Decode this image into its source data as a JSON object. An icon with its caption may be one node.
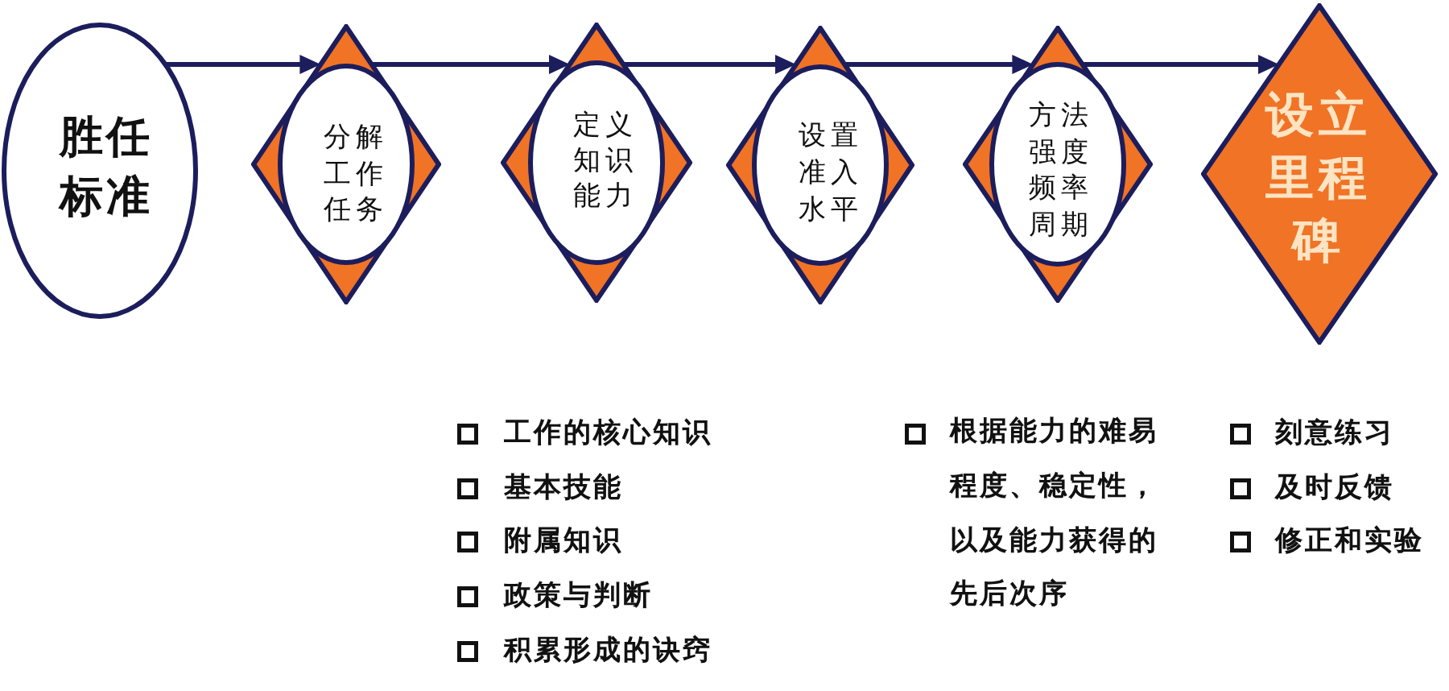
{
  "diagram": {
    "nodes": [
      {
        "text": [
          "胜任标准"
        ]
      },
      {
        "text": [
          "分解工作任务"
        ]
      },
      {
        "text": [
          "定义知识能力"
        ]
      },
      {
        "text": [
          "设置准入水平"
        ]
      },
      {
        "text": [
          "方法强度频率周期"
        ]
      },
      {
        "text": [
          "设立里程碑"
        ]
      }
    ],
    "edges": [
      {
        "from": 0,
        "to": 1,
        "arrow": "to"
      },
      {
        "from": 1,
        "to": 2,
        "arrow": "to"
      },
      {
        "from": 2,
        "to": 3,
        "arrow": "to"
      },
      {
        "from": 3,
        "to": 4,
        "arrow": "to"
      },
      {
        "from": 4,
        "to": 5,
        "arrow": "to"
      }
    ],
    "labels": [
      "工作的核心知识",
      "基本技能",
      "附属知识",
      "政策与判断",
      "积累形成的诀窍",
      "根据能力的难易程度、稳定性，以及能力获得的先后次序",
      "刻意练习",
      "及时反馈",
      "修正和实验"
    ]
  }
}
